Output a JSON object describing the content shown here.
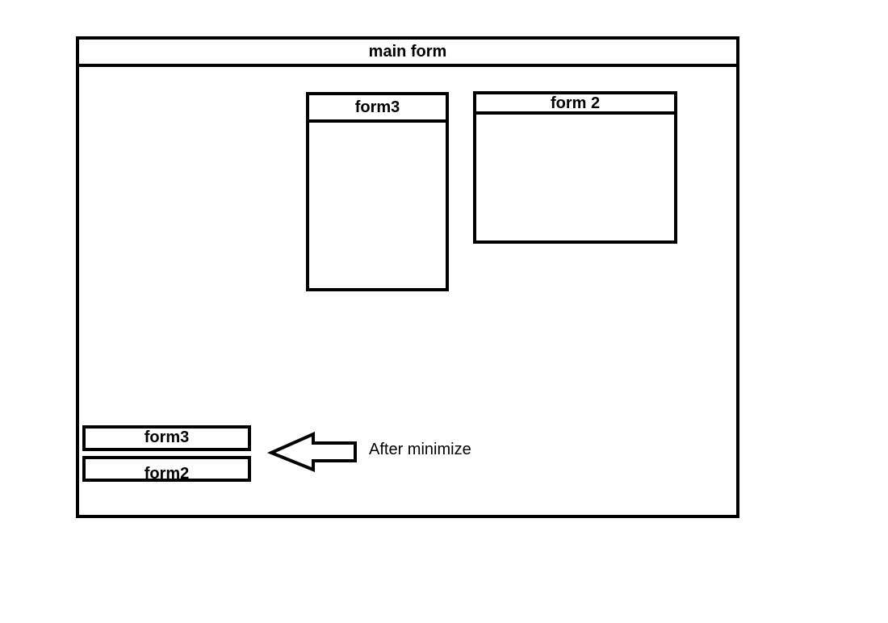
{
  "main_form": {
    "title": "main form"
  },
  "windows": {
    "form3": {
      "title": "form3"
    },
    "form2": {
      "title": "form 2"
    }
  },
  "minimized": {
    "items": [
      {
        "label": "form3"
      },
      {
        "label": "form2"
      }
    ]
  },
  "annotation": {
    "text": "After minimize",
    "icon": "left-arrow-icon"
  },
  "colors": {
    "stroke": "#000000",
    "background": "#ffffff"
  }
}
